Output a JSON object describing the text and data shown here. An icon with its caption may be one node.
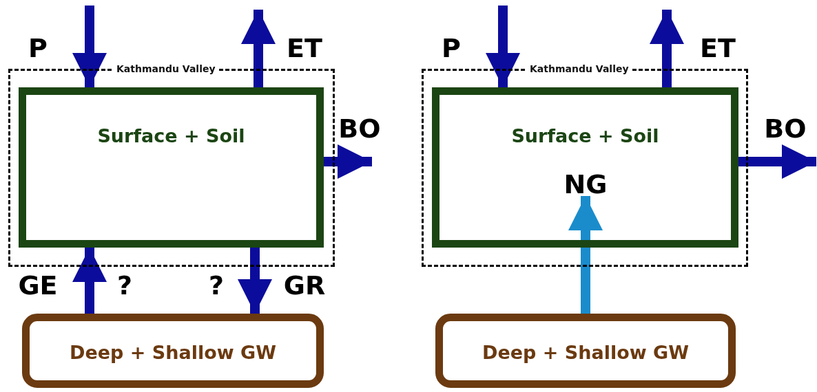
{
  "diagram": {
    "nodes": [
      {
        "text": [
          "Kathmandu Valley"
        ]
      },
      {
        "text": [
          "Surface + Soil"
        ],
        "in": 0
      },
      {
        "text": [
          "Deep + Shallow GW"
        ]
      },
      {
        "text": [
          "Kathmandu Valley"
        ]
      },
      {
        "text": [
          "Surface + Soil"
        ],
        "in": 3
      },
      {
        "text": [
          "Deep + Shallow GW"
        ]
      }
    ],
    "edges": [
      {
        "from": null,
        "to": 1,
        "arrow": "to",
        "label": "P"
      },
      {
        "from": 1,
        "to": null,
        "arrow": "to",
        "label": "ET"
      },
      {
        "from": 1,
        "to": null,
        "arrow": "to",
        "label": "BO"
      },
      {
        "from": 2,
        "to": 1,
        "arrow": "to",
        "label": "GE"
      },
      {
        "from": 1,
        "to": 2,
        "arrow": "to",
        "label": "GR"
      },
      {
        "from": null,
        "to": 4,
        "arrow": "to",
        "label": "P"
      },
      {
        "from": 4,
        "to": null,
        "arrow": "to",
        "label": "ET"
      },
      {
        "from": 4,
        "to": null,
        "arrow": "to",
        "label": "BO"
      },
      {
        "from": 5,
        "to": 4,
        "arrow": "to",
        "label": "NG",
        "color": "#1a8ccc"
      }
    ],
    "labels": [
      "?",
      "?"
    ]
  }
}
